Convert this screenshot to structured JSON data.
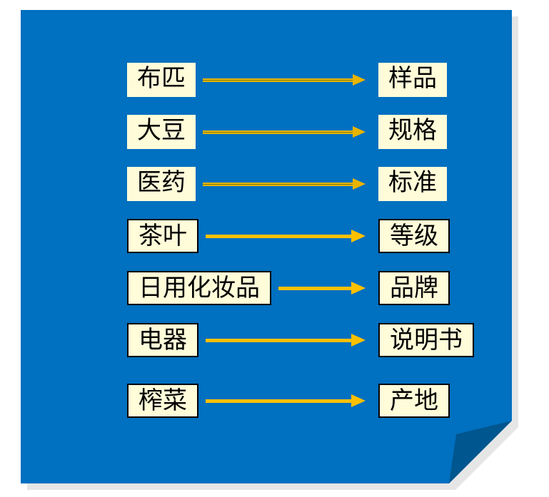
{
  "theme": {
    "slide_bg": "#0070c0",
    "fold_color": "#00568e",
    "shadow_color": "#e6e6e6",
    "box_fill": "#fffcd9",
    "arrow_gold": "#e9b400",
    "arrow_thick": "#ffc000",
    "box_border": "#000000"
  },
  "rows": [
    {
      "left": "布匹",
      "right": "样品",
      "arrow_style": "thin-double",
      "box_border": false
    },
    {
      "left": "大豆",
      "right": "规格",
      "arrow_style": "thin-double",
      "box_border": false
    },
    {
      "left": "医药",
      "right": "标准",
      "arrow_style": "thin-double",
      "box_border": false
    },
    {
      "left": "茶叶",
      "right": "等级",
      "arrow_style": "thick-solid",
      "box_border": true
    },
    {
      "left": "日用化妆品",
      "right": "品牌",
      "arrow_style": "thick-solid",
      "box_border": true
    },
    {
      "left": "电器",
      "right": "说明书",
      "arrow_style": "thick-solid",
      "box_border": true
    },
    {
      "left": "榨菜",
      "right": "产地",
      "arrow_style": "thick-solid",
      "box_border": true
    }
  ]
}
